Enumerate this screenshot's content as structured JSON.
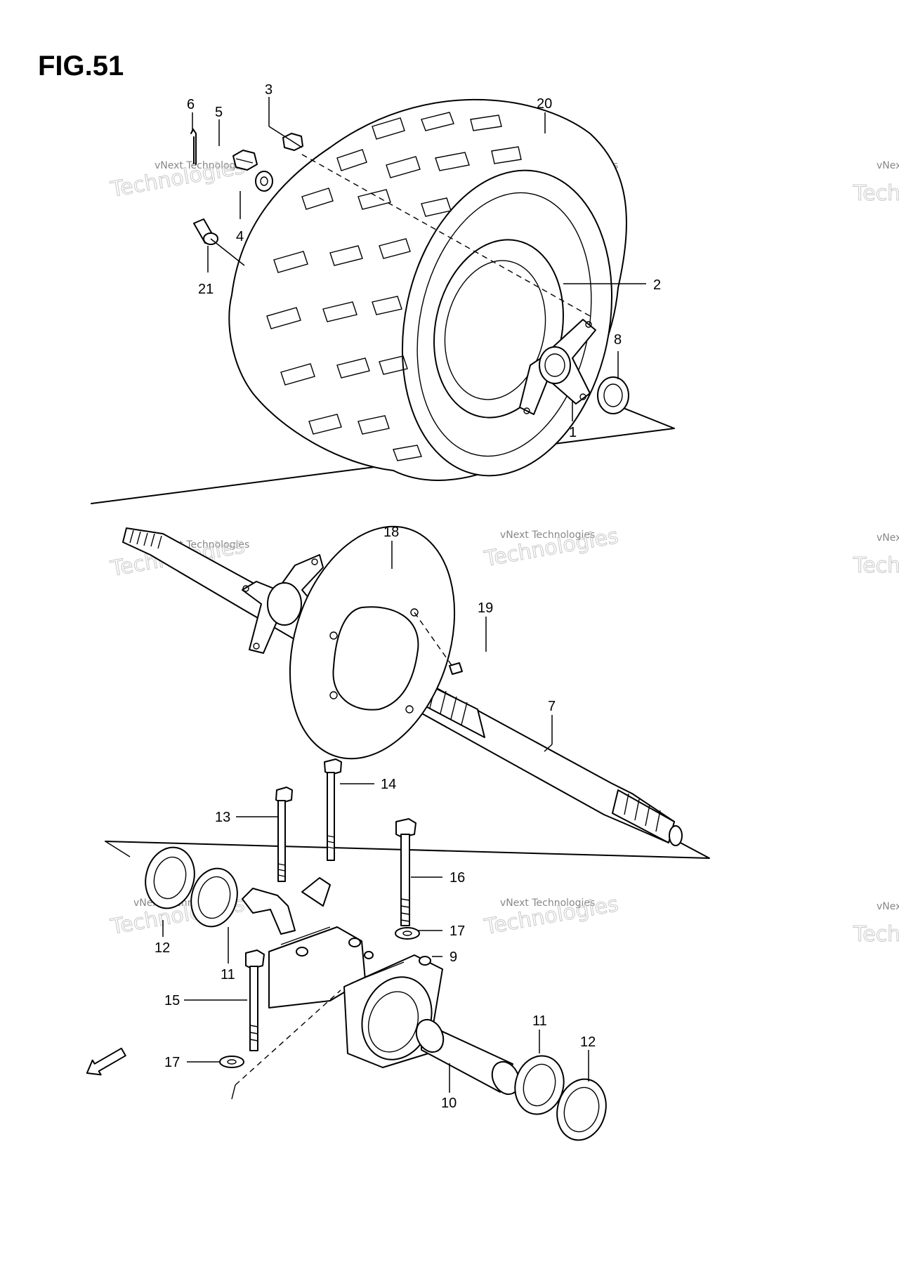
{
  "figure": {
    "title": "FIG.51"
  },
  "callouts": [
    {
      "id": "c6",
      "label": "6"
    },
    {
      "id": "c5",
      "label": "5"
    },
    {
      "id": "c3",
      "label": "3"
    },
    {
      "id": "c20",
      "label": "20"
    },
    {
      "id": "c4",
      "label": "4"
    },
    {
      "id": "c21",
      "label": "21"
    },
    {
      "id": "c2",
      "label": "2"
    },
    {
      "id": "c8",
      "label": "8"
    },
    {
      "id": "c1",
      "label": "1"
    },
    {
      "id": "c18",
      "label": "18"
    },
    {
      "id": "c19",
      "label": "19"
    },
    {
      "id": "c7",
      "label": "7"
    },
    {
      "id": "c14",
      "label": "14"
    },
    {
      "id": "c13",
      "label": "13"
    },
    {
      "id": "c16",
      "label": "16"
    },
    {
      "id": "c17a",
      "label": "17"
    },
    {
      "id": "c9",
      "label": "9"
    },
    {
      "id": "c12a",
      "label": "12"
    },
    {
      "id": "c11a",
      "label": "11"
    },
    {
      "id": "c15",
      "label": "15"
    },
    {
      "id": "c17b",
      "label": "17"
    },
    {
      "id": "c10",
      "label": "10"
    },
    {
      "id": "c11b",
      "label": "11"
    },
    {
      "id": "c12b",
      "label": "12"
    }
  ],
  "watermark": {
    "line1": "vNext Technologies",
    "line2": "Technologies",
    "line3": "vNext"
  },
  "fwd": {
    "label": "FWD"
  }
}
